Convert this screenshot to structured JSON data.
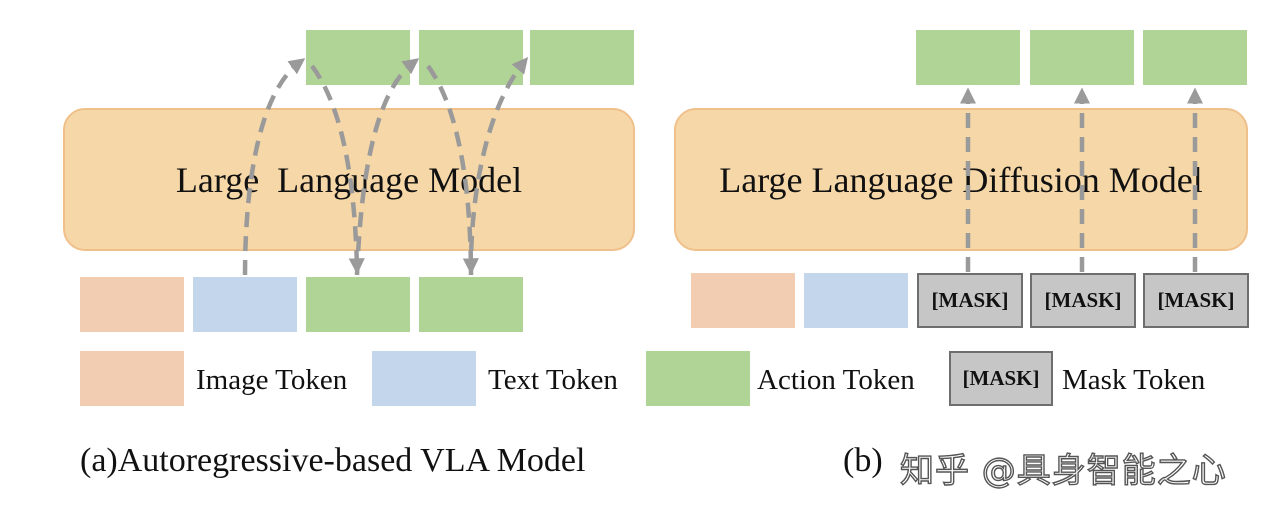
{
  "panel_a": {
    "model_label": "Large  Language Model",
    "caption": "(a)Autoregressive-based VLA Model"
  },
  "panel_b": {
    "model_label": "Large Language Diffusion Model",
    "mask_tokens": [
      "[MASK]",
      "[MASK]",
      "[MASK]"
    ],
    "caption": "(b)"
  },
  "legend": {
    "image_token": "Image Token",
    "text_token": "Text Token",
    "action_token": "Action Token",
    "mask_swatch": "[MASK]",
    "mask_token": "Mask Token"
  },
  "watermark": "知乎 @具身智能之心",
  "colors": {
    "image_token": "#f2cdb1",
    "text_token": "#c3d6ec",
    "action_token": "#b0d396",
    "mask_token": "#c6c6c6",
    "llm_box": "#f6d7a7",
    "arrow": "#9a9a9a"
  }
}
